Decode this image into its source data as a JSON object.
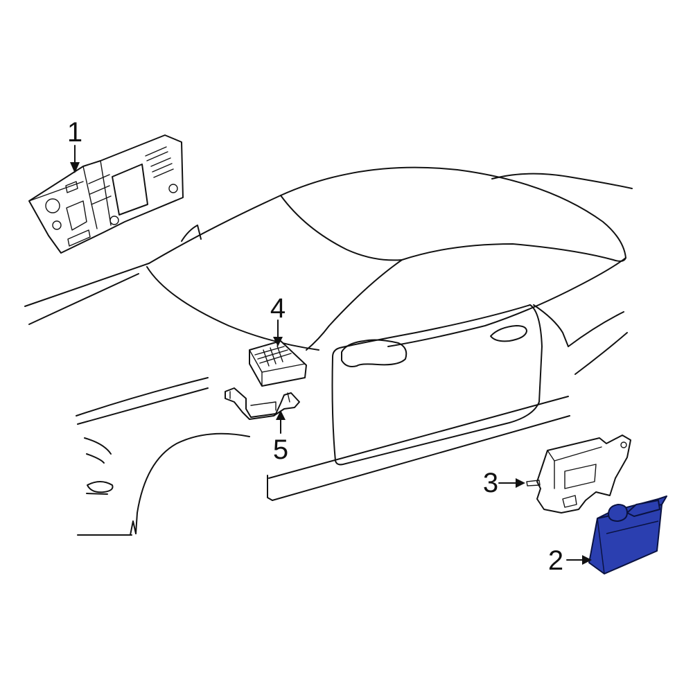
{
  "colors": {
    "line": "#111111",
    "background": "#ffffff",
    "highlight_fill": "#2b3fb0",
    "highlight_stroke": "#0a1240"
  },
  "callouts": {
    "c1": "1",
    "c2": "2",
    "c3": "3",
    "c4": "4",
    "c5": "5"
  }
}
